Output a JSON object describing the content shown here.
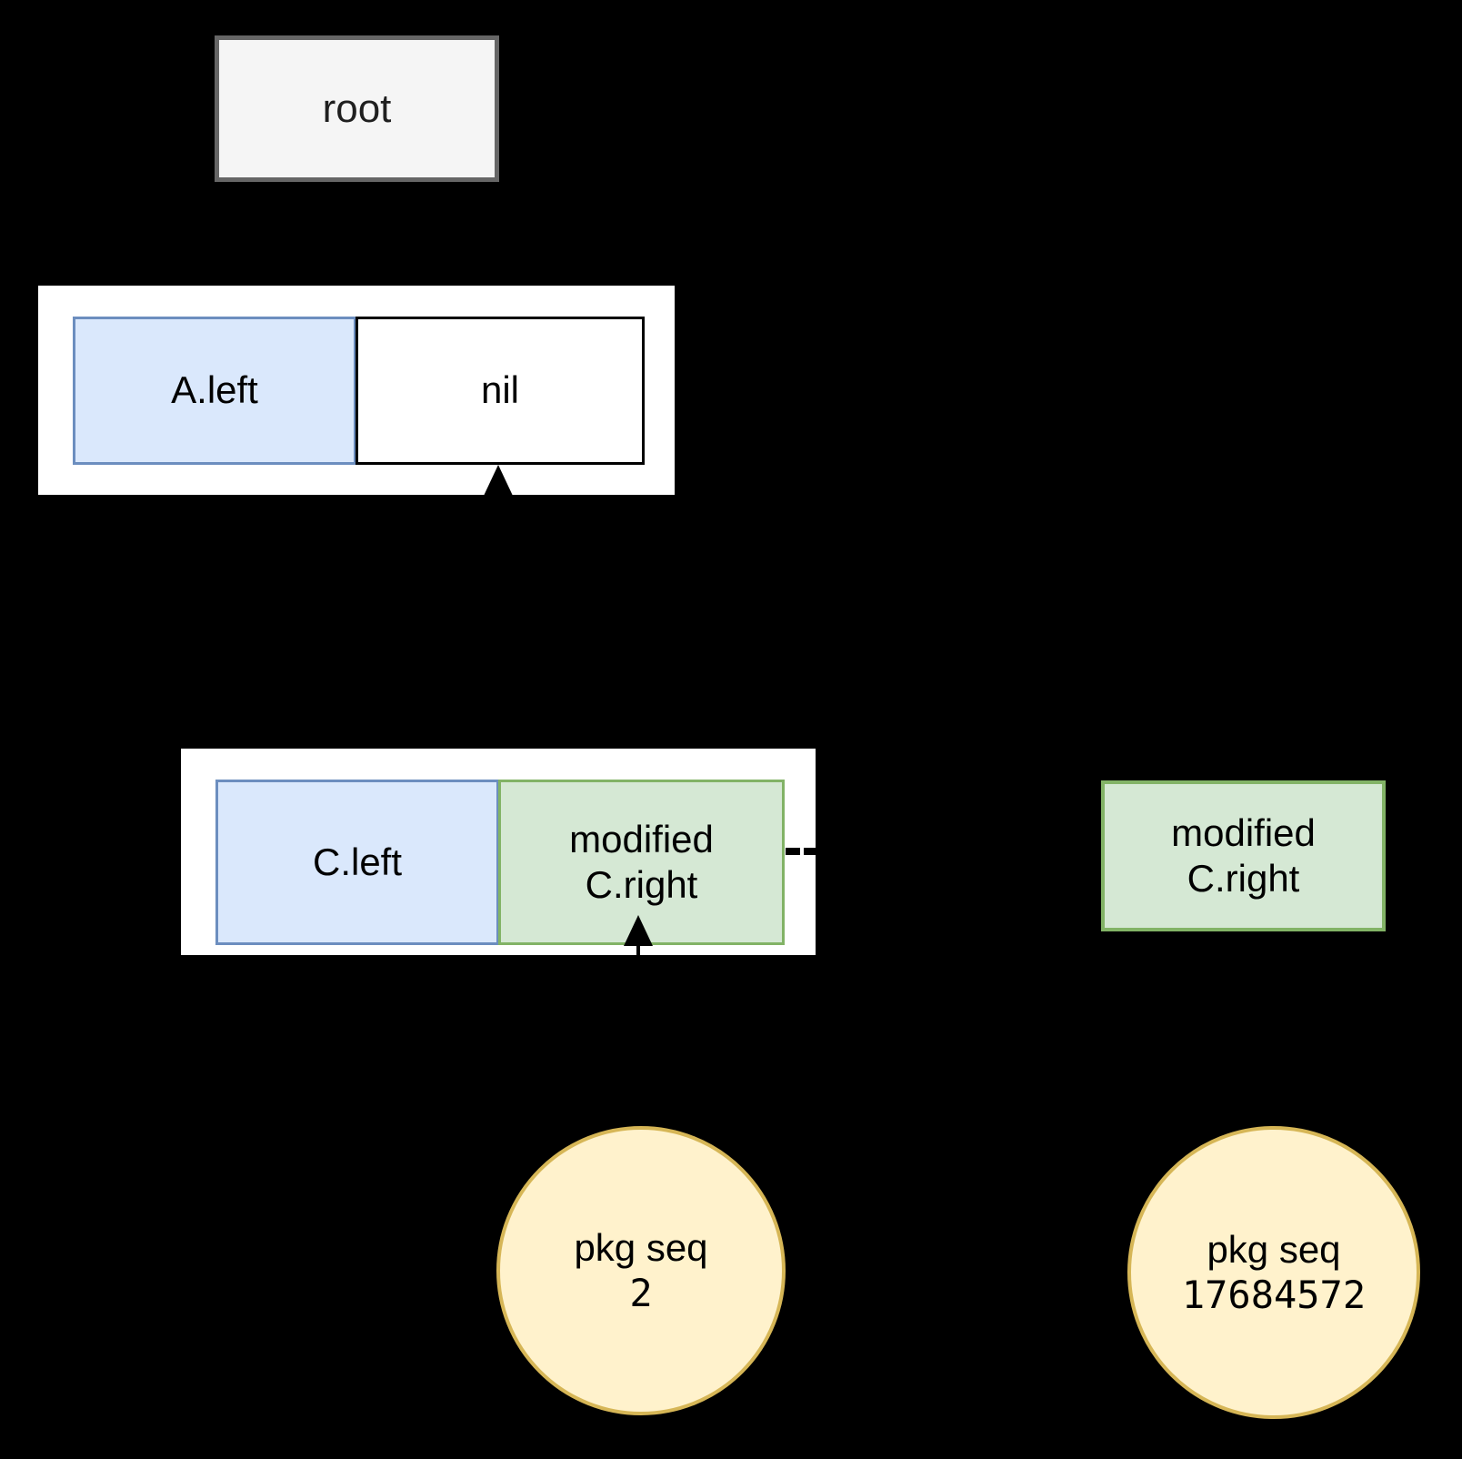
{
  "diagram": {
    "type": "persistent-tree-node-diagram",
    "background_color": "#000000",
    "root": {
      "label": "root",
      "fill": "#f5f5f5",
      "stroke": "#666666"
    },
    "node_a": {
      "container_fill": "#ffffff",
      "left_slot": {
        "label": "A.left",
        "fill": "#dae8fc",
        "stroke": "#6c8ebf"
      },
      "right_slot": {
        "label": "nil",
        "fill": "#ffffff",
        "stroke": "#000000"
      }
    },
    "node_c": {
      "container_fill": "#ffffff",
      "left_slot": {
        "label": "C.left",
        "fill": "#dae8fc",
        "stroke": "#6c8ebf"
      },
      "right_slot": {
        "label_line1": "modified",
        "label_line2": "C.right",
        "fill": "#d5e8d4",
        "stroke": "#82b366"
      }
    },
    "detached_node": {
      "label_line1": "modified",
      "label_line2": "C.right",
      "fill": "#d5e8d4",
      "stroke": "#82b366"
    },
    "seq_left": {
      "label": "pkg seq",
      "value": "2",
      "fill": "#fff2cc",
      "stroke": "#d6b656"
    },
    "seq_right": {
      "label": "pkg seq",
      "value": "17684572",
      "fill": "#fff2cc",
      "stroke": "#d6b656"
    },
    "connectors": {
      "arrow_to_nil": "arrow-up-icon",
      "arrow_to_c_right": "arrow-up-icon",
      "dashed_link": "dashed-line-icon"
    }
  }
}
